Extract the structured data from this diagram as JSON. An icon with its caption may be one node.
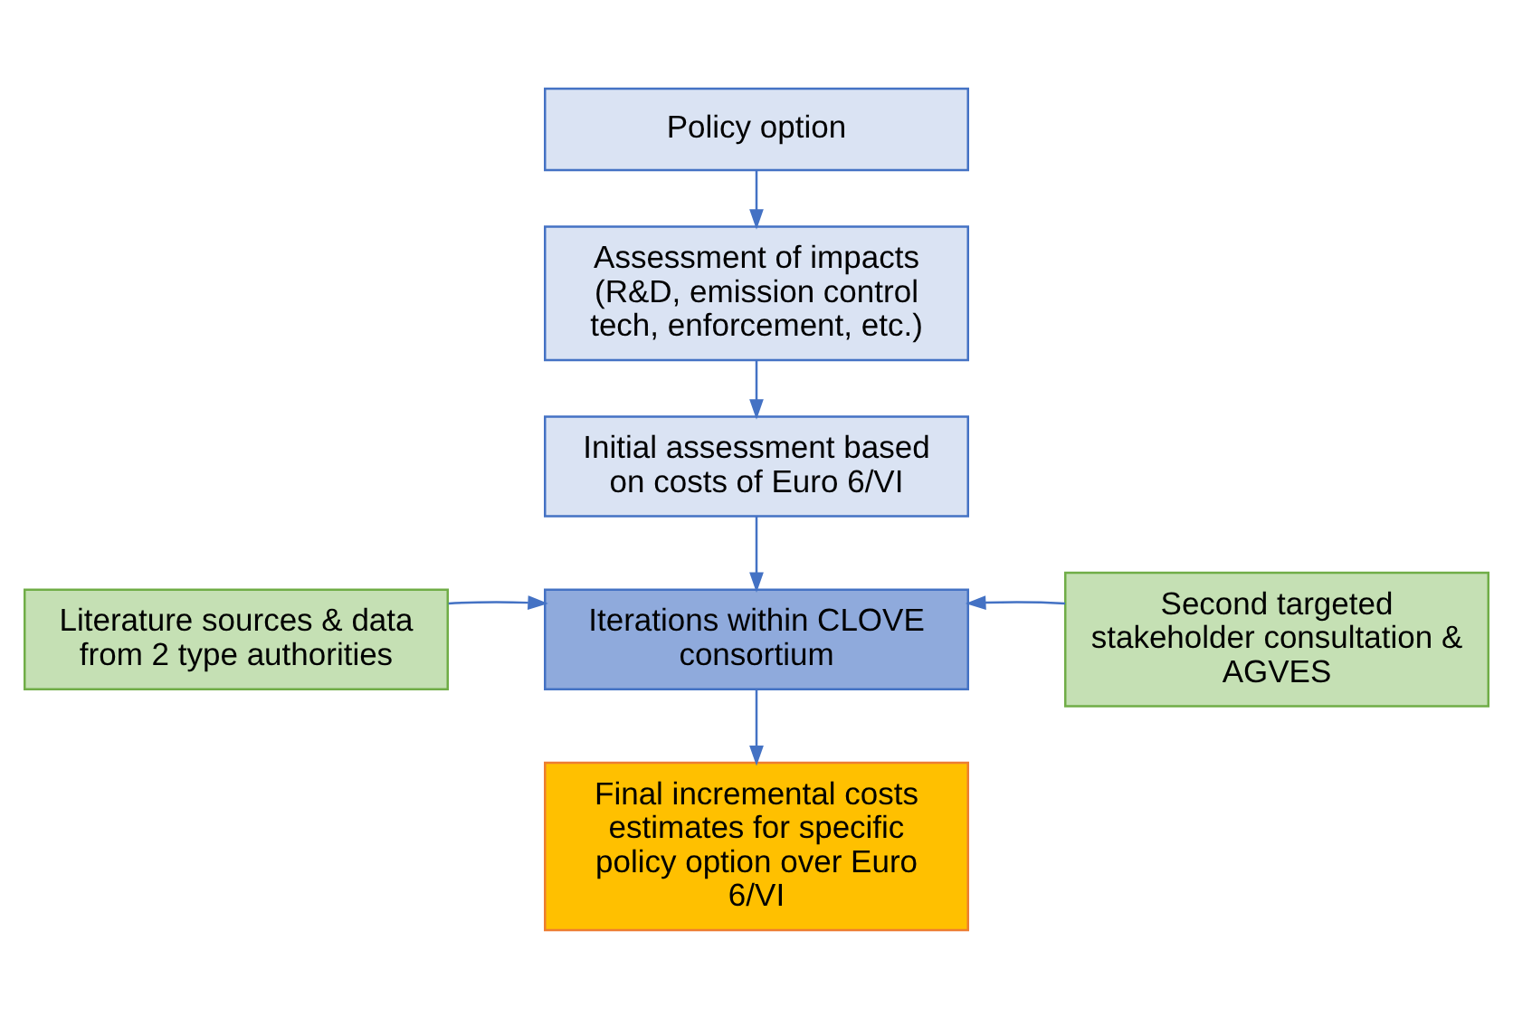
{
  "diagram": {
    "nodes": [
      {
        "text": [
          "Policy option"
        ]
      },
      {
        "text": [
          "Assessment of impacts (R&D, emission control tech, enforcement, etc.)"
        ]
      },
      {
        "text": [
          "Initial assessment based on costs of Euro 6/VI"
        ]
      },
      {
        "text": [
          "Iterations within CLOVE consortium"
        ]
      },
      {
        "text": [
          "Literature sources & data from 2 type authorities"
        ]
      },
      {
        "text": [
          "Second targeted stakeholder consultation & AGVES"
        ]
      },
      {
        "text": [
          "Final incremental costs estimates for specific policy option over Euro 6/VI"
        ]
      }
    ],
    "edges": [
      {
        "from": 0,
        "to": 1,
        "arrow": "to"
      },
      {
        "from": 1,
        "to": 2,
        "arrow": "to"
      },
      {
        "from": 2,
        "to": 3,
        "arrow": "to"
      },
      {
        "from": 4,
        "to": 3,
        "arrow": "to"
      },
      {
        "from": 5,
        "to": 3,
        "arrow": "to"
      },
      {
        "from": 3,
        "to": 6,
        "arrow": "to"
      }
    ]
  }
}
